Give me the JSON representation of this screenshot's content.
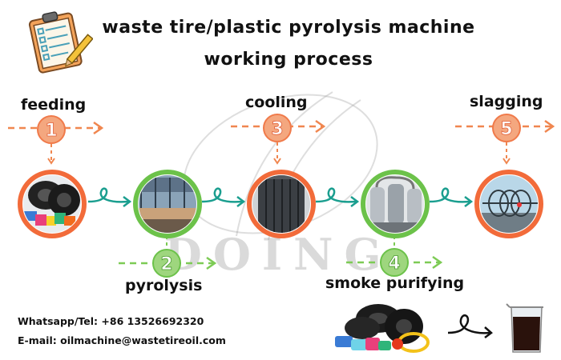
{
  "title": {
    "line1": "waste tire/plastic pyrolysis machine",
    "line2": "working process"
  },
  "steps": [
    {
      "number": "1",
      "label": "feeding",
      "ring_color": "#f26b3a",
      "arrow_color": "#f0864f",
      "scene": "tires-and-plastic"
    },
    {
      "number": "2",
      "label": "pyrolysis",
      "ring_color": "#6cc24a",
      "arrow_color": "#7dcb55",
      "scene": "reactor-interior"
    },
    {
      "number": "3",
      "label": "cooling",
      "ring_color": "#f26b3a",
      "arrow_color": "#f0864f",
      "scene": "condenser-unit"
    },
    {
      "number": "4",
      "label": "smoke purifying",
      "ring_color": "#6cc24a",
      "arrow_color": "#7dcb55",
      "scene": "scrubber-tanks"
    },
    {
      "number": "5",
      "label": "slagging",
      "ring_color": "#f26b3a",
      "arrow_color": "#f0864f",
      "scene": "slag-discharge"
    }
  ],
  "watermark": "DOING",
  "contact": {
    "whatsapp": "Whatsapp/Tel: +86 13526692320",
    "email": "E-mail: oilmachine@wastetireoil.com"
  },
  "icons": {
    "header": "clipboard-icon",
    "connector": "loop-arrow-icon",
    "output": "oil-beaker-icon"
  },
  "colors": {
    "orange": "#f26b3a",
    "green": "#6cc24a",
    "teal_connector": "#1a9e8f"
  }
}
